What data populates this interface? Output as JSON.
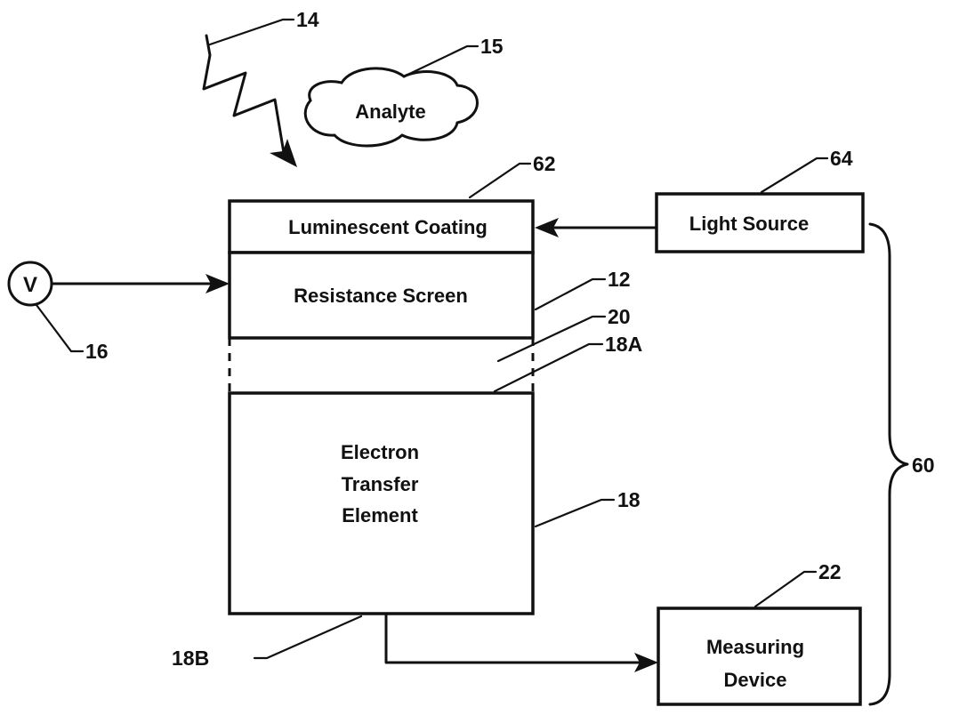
{
  "diagram": {
    "components": {
      "luminescent_coating": "Luminescent Coating",
      "resistance_screen": "Resistance Screen",
      "electron_transfer_element": [
        "Electron",
        "Transfer",
        "Element"
      ],
      "light_source": "Light Source",
      "measuring_device": [
        "Measuring",
        "Device"
      ],
      "analyte": "Analyte",
      "voltage_source": "V"
    },
    "reference_numerals": {
      "radiation": "14",
      "analyte": "15",
      "voltage_source": "16",
      "coating": "62",
      "light_source": "64",
      "resistance_screen": "12",
      "gap": "20",
      "element_top_surface": "18A",
      "electron_transfer_element": "18",
      "element_bottom_surface": "18B",
      "measuring_device": "22",
      "system_bracket": "60"
    }
  }
}
